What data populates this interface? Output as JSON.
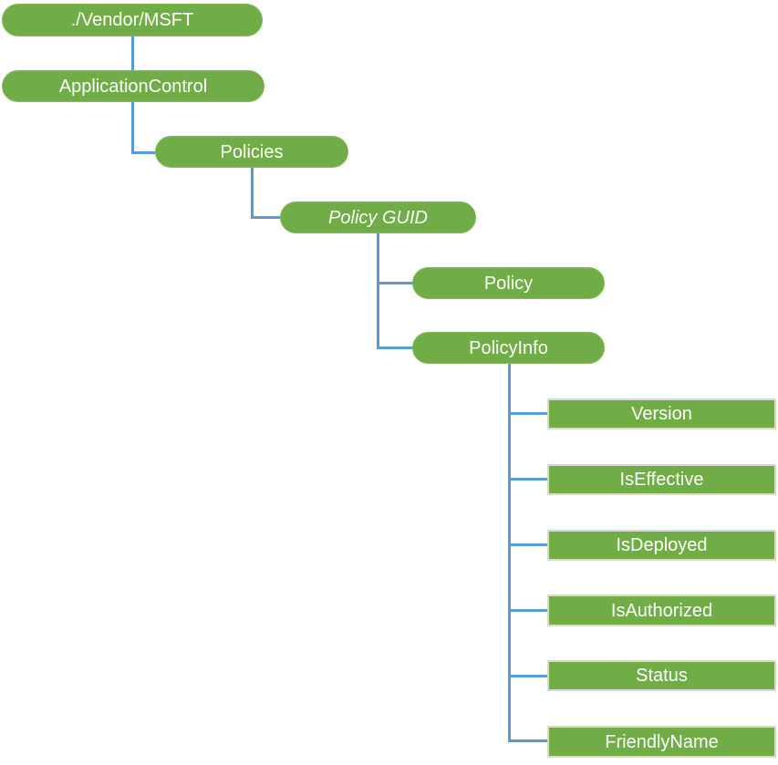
{
  "diagram": {
    "description": "CSP node tree diagram",
    "root_path": "./Vendor/MSFT",
    "nodes": {
      "vendor_msft": {
        "label": "./Vendor/MSFT"
      },
      "application_control": {
        "label": "ApplicationControl"
      },
      "policies": {
        "label": "Policies"
      },
      "policy_guid": {
        "label": "Policy GUID"
      },
      "policy": {
        "label": "Policy"
      },
      "policy_info": {
        "label": "PolicyInfo"
      },
      "version": {
        "label": "Version"
      },
      "is_effective": {
        "label": "IsEffective"
      },
      "is_deployed": {
        "label": "IsDeployed"
      },
      "is_authorized": {
        "label": "IsAuthorized"
      },
      "status": {
        "label": "Status"
      },
      "friendly_name": {
        "label": "FriendlyName"
      }
    },
    "hierarchy": {
      "vendor_msft": {
        "application_control": {
          "policies": {
            "policy_guid": {
              "policy": {},
              "policy_info": {
                "children": [
                  "version",
                  "is_effective",
                  "is_deployed",
                  "is_authorized",
                  "status",
                  "friendly_name"
                ]
              }
            }
          }
        }
      }
    },
    "colors": {
      "node_fill": "#70AD47",
      "node_text": "#FFFFFF",
      "leaf_border": "#D9D9D9",
      "connector": "#5B9BD5"
    }
  }
}
